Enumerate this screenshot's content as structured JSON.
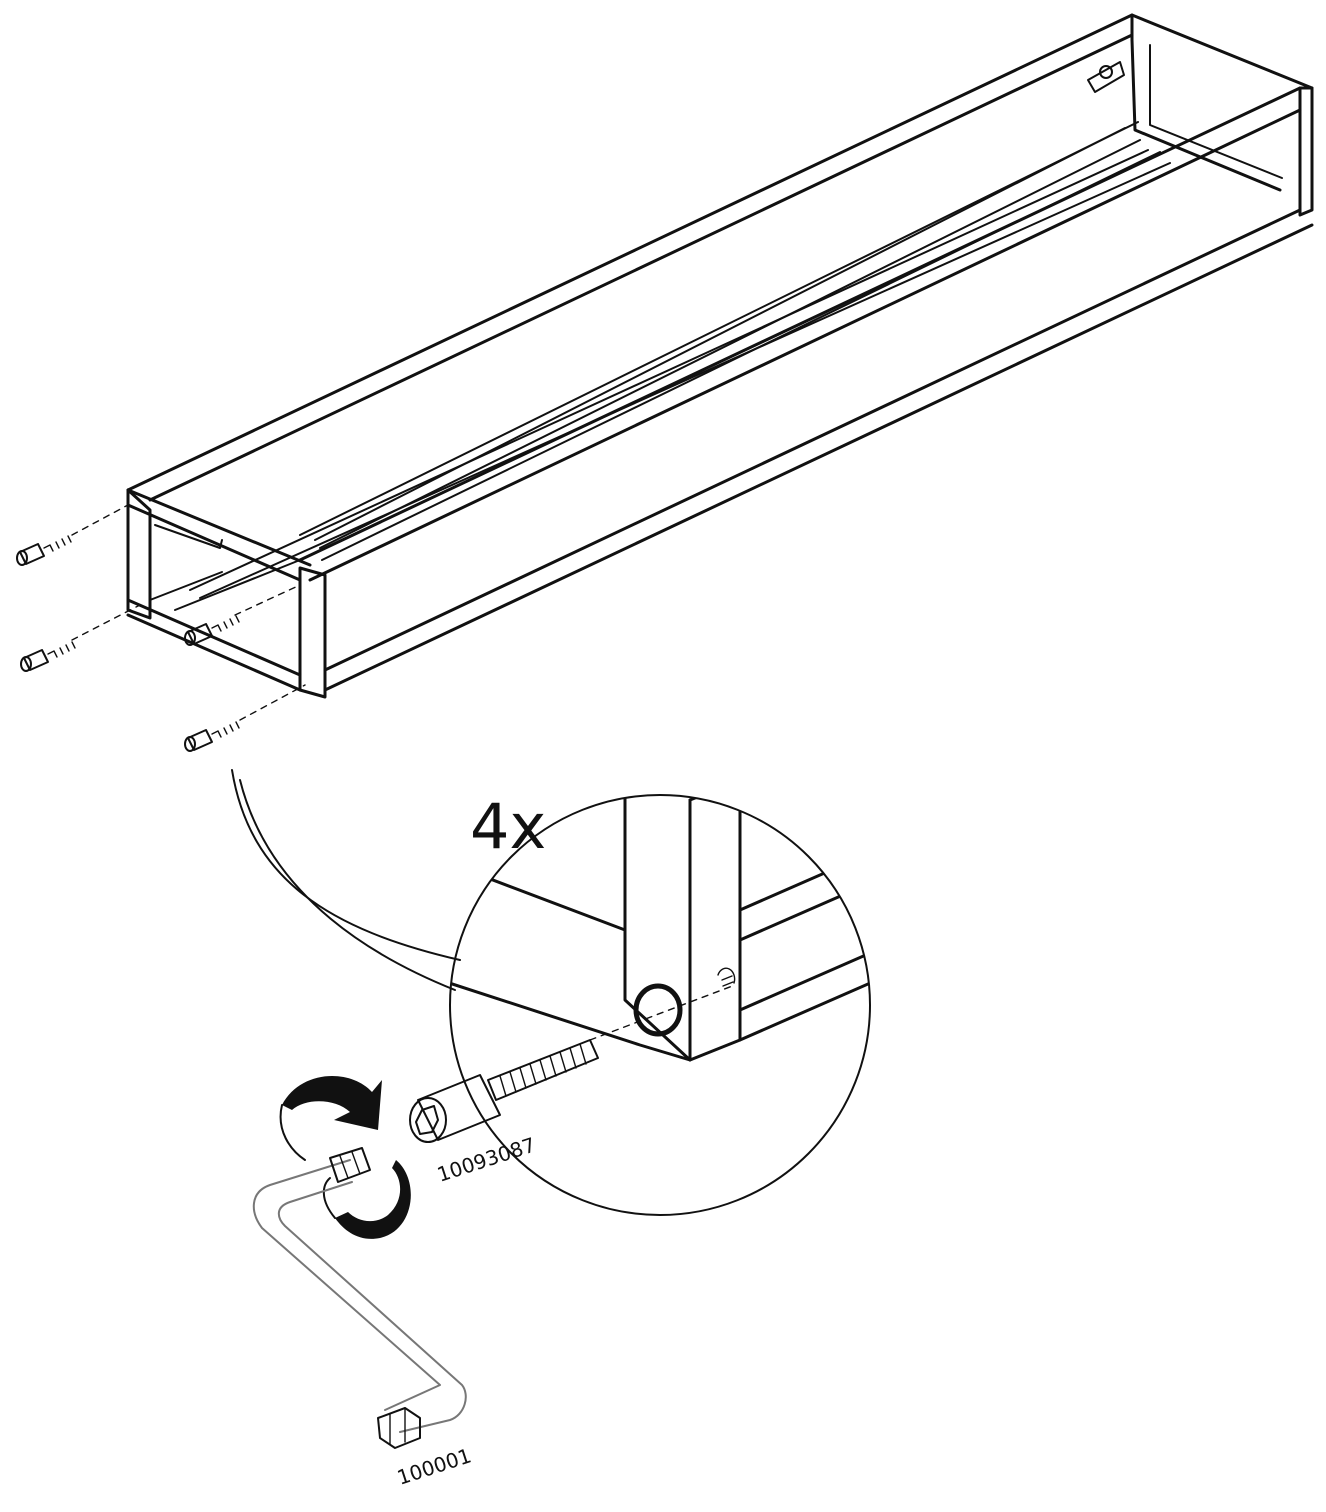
{
  "quantity_label": "4x",
  "parts": {
    "bolt_number": "10093087",
    "key_number": "100001"
  },
  "icons": [
    "allen-key-icon",
    "rotate-clockwise-arrow-icon",
    "socket-cap-bolt-icon"
  ],
  "colors": {
    "ink": "#111111",
    "background": "#ffffff"
  }
}
